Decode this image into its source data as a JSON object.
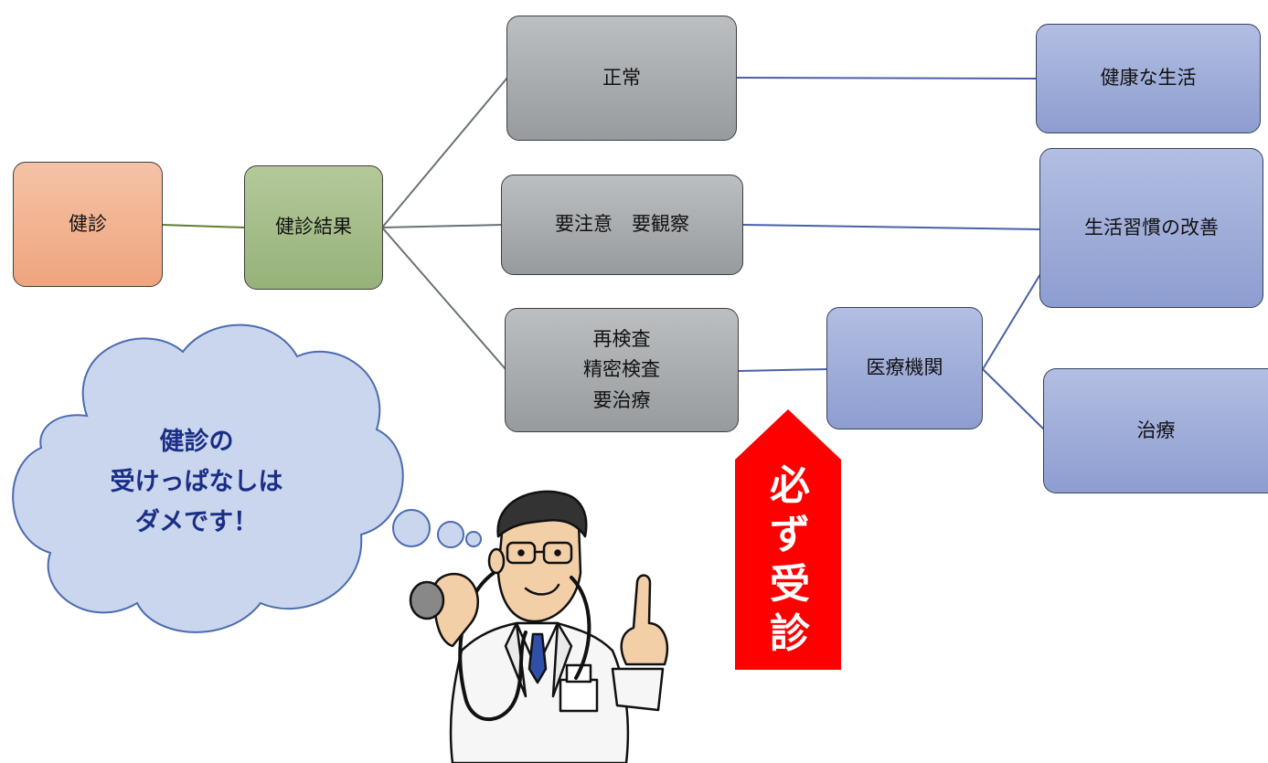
{
  "nodes": {
    "kenshin": "健診",
    "result": "健診結果",
    "normal": "正常",
    "caution": "要注意　要観察",
    "recheck": [
      "再検査",
      "精密検査",
      "要治療"
    ],
    "medical": "医療機関",
    "healthy_life": "健康な生活",
    "lifestyle": "生活習慣の改善",
    "treatment": "治療"
  },
  "speech": {
    "lines": [
      "健診の",
      "受けっぱなしは",
      "ダメです！"
    ]
  },
  "banner": {
    "chars": [
      "必",
      "ず",
      "受",
      "診"
    ]
  },
  "colors": {
    "kenshin_fill": "#efa57e",
    "result_fill": "#96b279",
    "gray_fill": "#979b9e",
    "blue_fill": "#8e9dd0",
    "arrow": "#ff0000",
    "cloud_fill": "#c9d6ee",
    "cloud_text": "#1b2e86"
  }
}
